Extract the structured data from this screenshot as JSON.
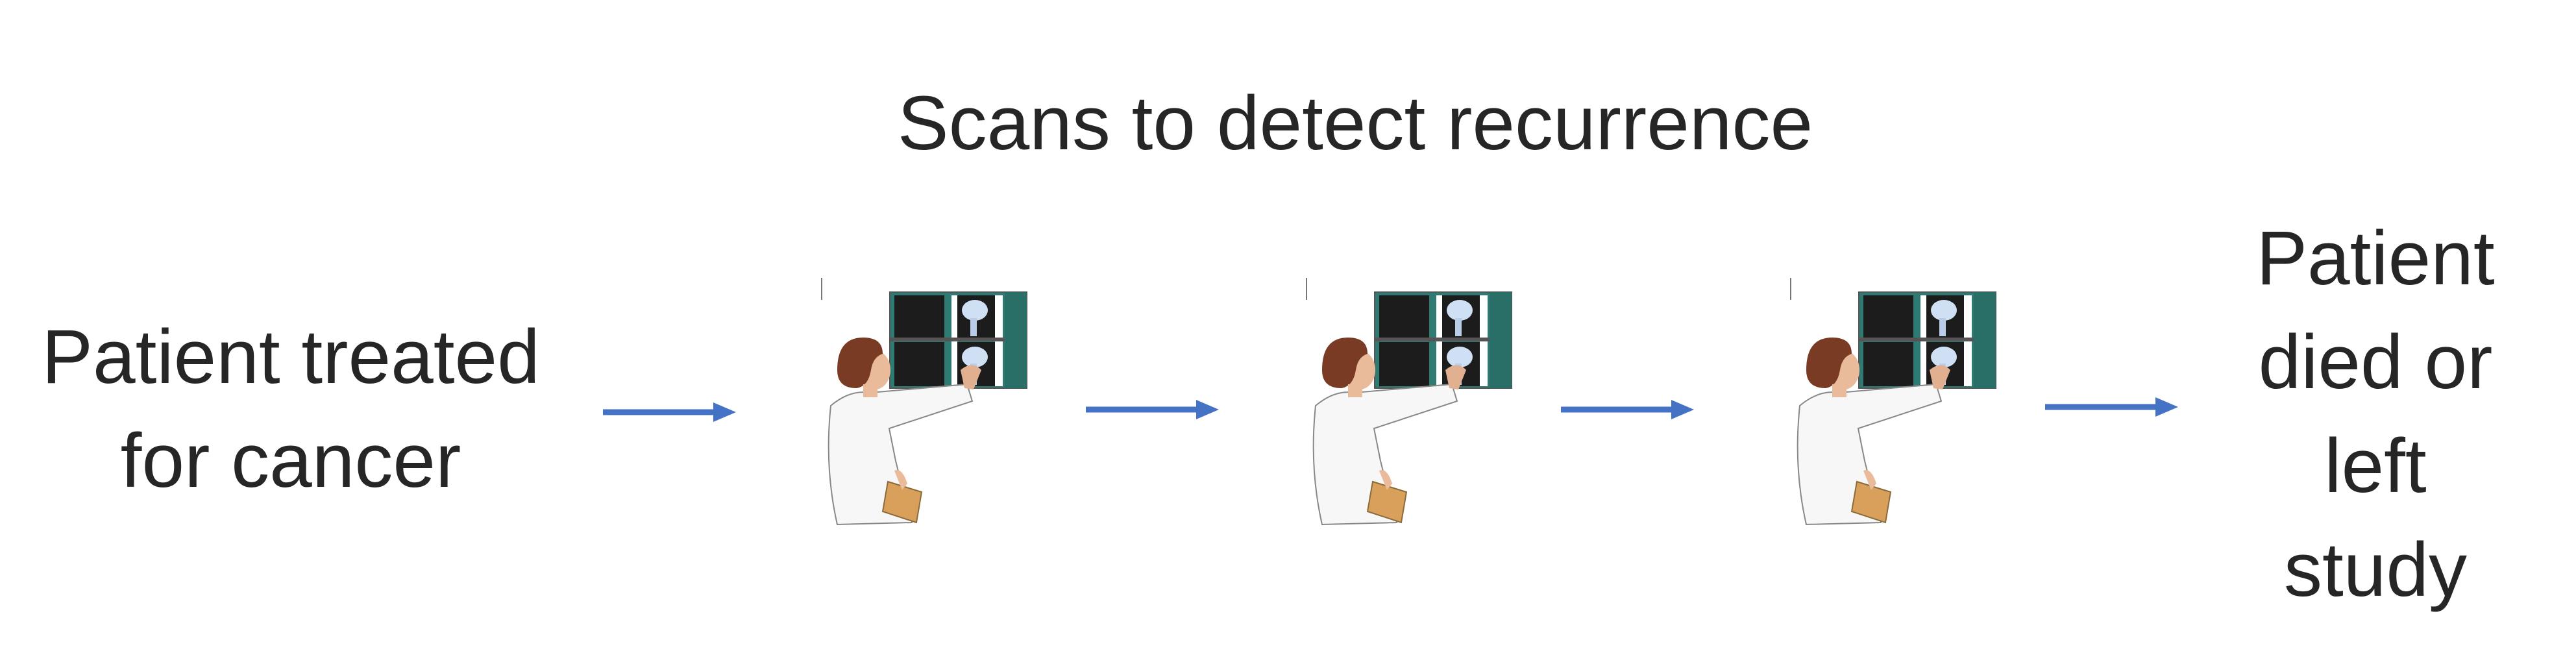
{
  "title": "Scans to detect recurrence",
  "start_label": [
    "Patient treated",
    "for cancer"
  ],
  "end_label": [
    "Patient",
    "died or",
    "left",
    "study"
  ],
  "scan_icons": [
    "doctor-viewing-xray-icon",
    "doctor-viewing-xray-icon",
    "doctor-viewing-xray-icon"
  ],
  "colors": {
    "arrow": "#4472c4",
    "text": "#262626",
    "cabinet": "#2f7a73",
    "folder": "#d9a05b",
    "hair": "#7a3b24"
  }
}
